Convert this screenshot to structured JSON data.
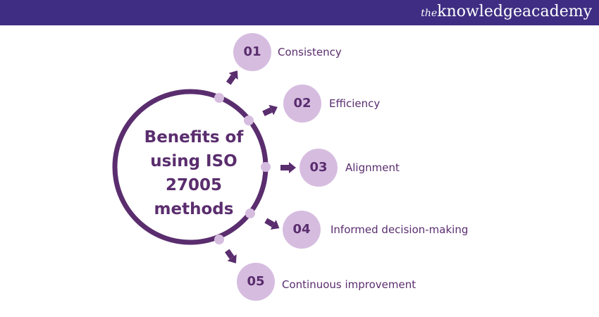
{
  "header": {
    "brand_prefix": "the",
    "brand_name": "knowledgeacademy",
    "background": "#3f2d83"
  },
  "diagram": {
    "center_lines": [
      "Benefits of",
      "using ISO",
      "27005",
      "methods"
    ],
    "colors": {
      "ring": "#5a2d6e",
      "bubble": "#d6bde0",
      "text": "#5a2d6e"
    },
    "items": [
      {
        "number": "01",
        "label": "Consistency"
      },
      {
        "number": "02",
        "label": "Efficiency"
      },
      {
        "number": "03",
        "label": "Alignment"
      },
      {
        "number": "04",
        "label": "Informed decision-making"
      },
      {
        "number": "05",
        "label": "Continuous improvement"
      }
    ]
  }
}
